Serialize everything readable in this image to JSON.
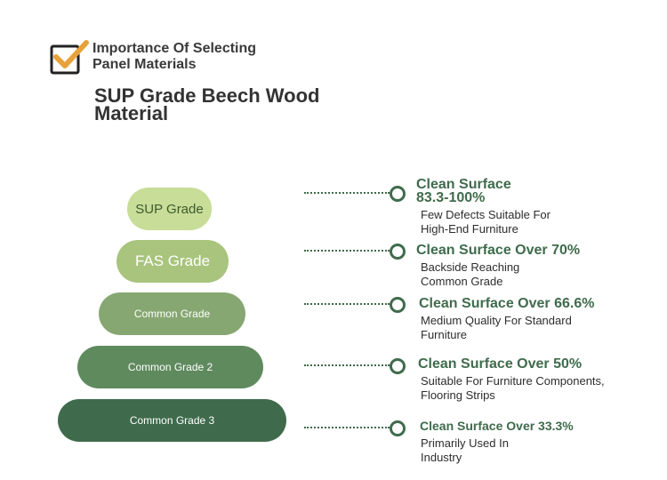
{
  "header": {
    "label": "Importance Of Selecting Panel Materials",
    "title": "SUP Grade Beech Wood Material"
  },
  "icons": {
    "header_icon": "checkbox-check-icon"
  },
  "colors": {
    "dark_green": "#3f6b4c",
    "check_orange": "#e8a23a",
    "pill_sup": "#c7dd98",
    "pill_fas": "#a8c47d",
    "pill_common": "#86a771",
    "pill_common2": "#5f8a5e",
    "pill_common3": "#3f6b4c"
  },
  "grades": [
    {
      "name": "SUP Grade",
      "surface": "Clean Surface 83.3-100%",
      "description": "Few Defects Suitable For High-End Furniture"
    },
    {
      "name": "FAS Grade",
      "surface": "Clean Surface Over 70%",
      "description": "Backside Reaching Common Grade"
    },
    {
      "name": "Common Grade",
      "surface": "Clean Surface Over 66.6%",
      "description": "Medium Quality For Standard Furniture"
    },
    {
      "name": "Common Grade 2",
      "surface": "Clean Surface Over 50%",
      "description": "Suitable For Furniture Components, Flooring Strips"
    },
    {
      "name": "Common Grade 3",
      "surface": "Clean Surface Over 33.3%",
      "description": "Primarily Used In Industry"
    }
  ]
}
